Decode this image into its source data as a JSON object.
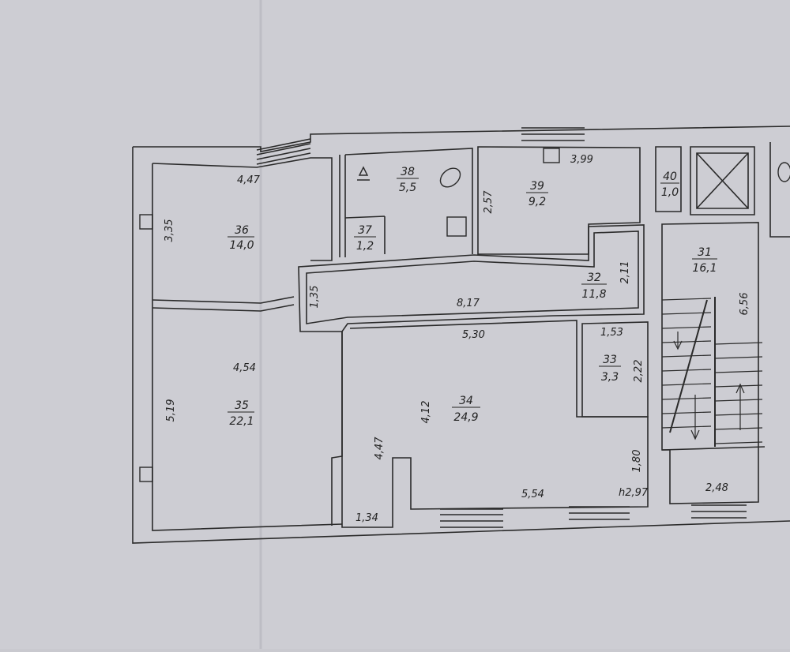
{
  "rooms": [
    {
      "number": "36",
      "area": "14,0"
    },
    {
      "number": "35",
      "area": "22,1"
    },
    {
      "number": "37",
      "area": "1,2"
    },
    {
      "number": "38",
      "area": "5,5"
    },
    {
      "number": "39",
      "area": "9,2"
    },
    {
      "number": "40",
      "area": "1,0"
    },
    {
      "number": "32",
      "area": "11,8"
    },
    {
      "number": "31",
      "area": "16,1"
    },
    {
      "number": "33",
      "area": "3,3"
    },
    {
      "number": "34",
      "area": "24,9"
    }
  ],
  "dimensions": {
    "d_4_47_top": "4,47",
    "d_3_35": "3,35",
    "d_4_54": "4,54",
    "d_5_19": "5,19",
    "d_1_34": "1,34",
    "d_4_47_side": "4,47",
    "d_4_12": "4,12",
    "d_5_30": "5,30",
    "d_5_54": "5,54",
    "d_h2_97": "h2,97",
    "d_1_80": "1,80",
    "d_8_17": "8,17",
    "d_1_35": "1,35",
    "d_2_11": "2,11",
    "d_2_57": "2,57",
    "d_3_99": "3,99",
    "d_1_53": "1,53",
    "d_2_22": "2,22",
    "d_6_56": "6,56",
    "d_2_48": "2,48"
  }
}
